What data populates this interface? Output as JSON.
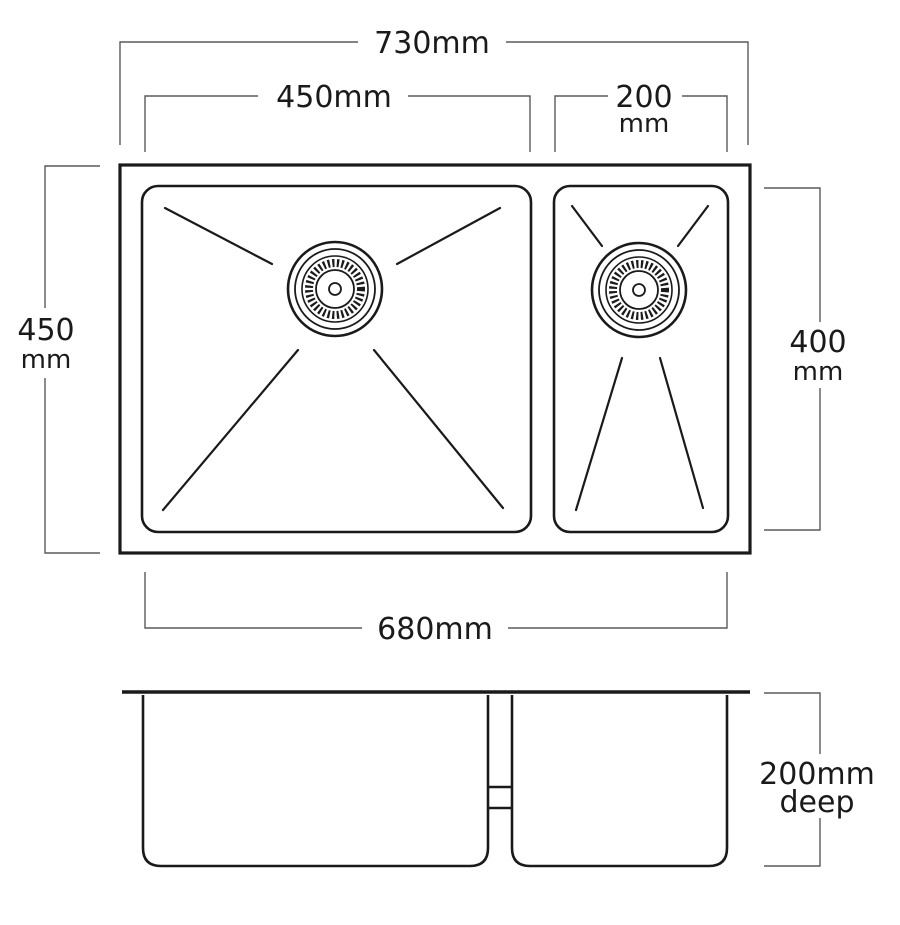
{
  "labels": {
    "overall_width": "730mm",
    "large_bowl_width": "450mm",
    "small_bowl_width_num": "200",
    "small_bowl_width_unit": "mm",
    "overall_depth_num": "450",
    "overall_depth_unit": "mm",
    "bowl_length_num": "400",
    "bowl_length_unit": "mm",
    "cutout_width": "680mm",
    "bowl_depth_num": "200mm",
    "bowl_depth_unit": "deep"
  },
  "colors": {
    "outline": "#1a1a1a",
    "dimension_line": "#5a5a5a",
    "background": "#ffffff"
  }
}
